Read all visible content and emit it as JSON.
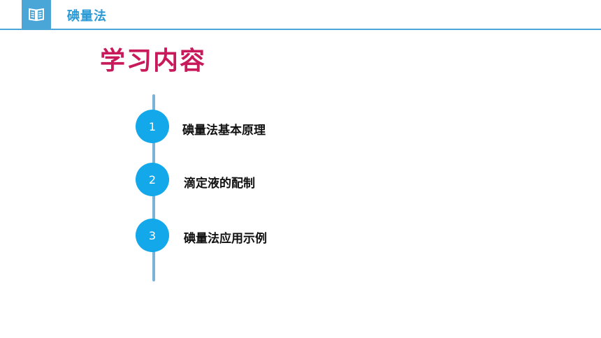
{
  "header": {
    "icon": "open-book-icon",
    "title": "碘量法"
  },
  "main": {
    "heading": "学习内容",
    "steps": [
      {
        "number": "1",
        "label": "碘量法基本原理"
      },
      {
        "number": "2",
        "label": "滴定液的配制"
      },
      {
        "number": "3",
        "label": "碘量法应用示例"
      }
    ]
  },
  "colors": {
    "accent_blue": "#4aa6d6",
    "header_text": "#2a9ad6",
    "heading": "#c8195a",
    "circle": "#12a8ea",
    "timeline": "#7ab3d6"
  }
}
